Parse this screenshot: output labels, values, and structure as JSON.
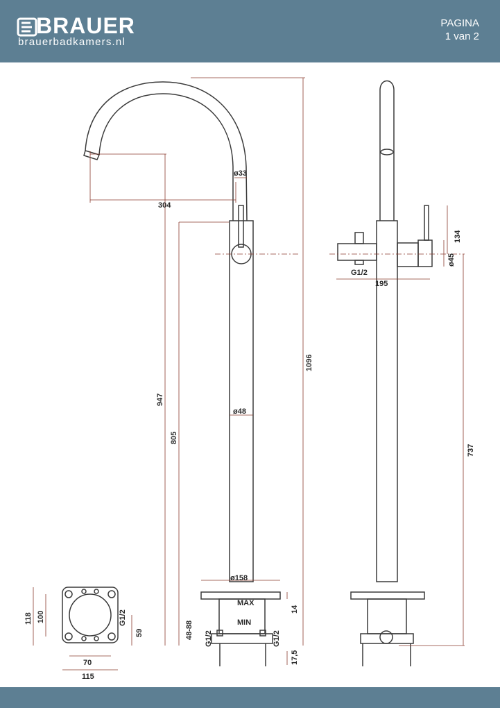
{
  "header": {
    "brand": "BRAUER",
    "website": "brauerbadkamers.nl",
    "page_label": "PAGINA",
    "page_number": "1 van 2"
  },
  "colors": {
    "header_bg": "#5d7f93",
    "line": "#3a3a3a",
    "dimension": "#8a3b2e"
  },
  "icons": [
    "brauer-logo-icon"
  ],
  "dimensions": {
    "spout_reach": "304",
    "spout_diameter": "ø33",
    "body_height_947": "947",
    "body_height_805": "805",
    "total_height": "1096",
    "column_diameter": "ø48",
    "base_diameter": "ø158",
    "rough_depth": "48-88",
    "base_thickness": "14",
    "leg_length": "17,5",
    "inlet_left": "G1/2",
    "inlet_right": "G1/2",
    "side_height": "737",
    "mixer_height": "134",
    "handle_diameter": "ø45",
    "hand_shower_connection": "G1/2",
    "mixer_width": "195",
    "plate_height_118": "118",
    "plate_height_100": "100",
    "plate_inlet": "G1/2",
    "plate_59": "59",
    "plate_width_70": "70",
    "plate_width_115": "115",
    "max_label": "MAX",
    "min_label": "MIN"
  }
}
